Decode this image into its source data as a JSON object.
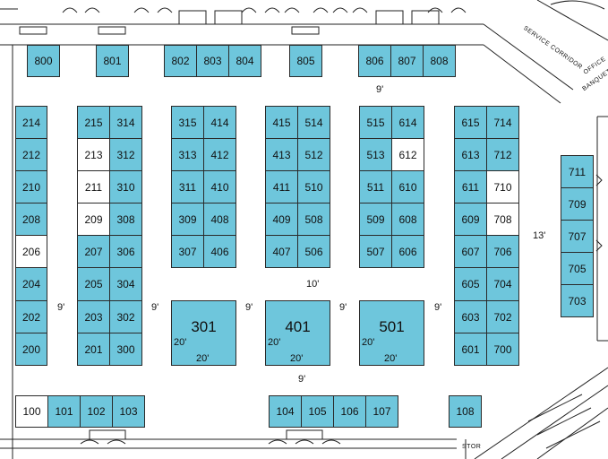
{
  "legend_colors": {
    "booth": "#6ec6dc",
    "available": "#ffffff",
    "line": "#2a2a2a"
  },
  "labels": {
    "service_corridor": "SERVICE CORRIDOR",
    "office": "OFFICE",
    "banquet": "BANQUET",
    "stor": "STOR"
  },
  "dimensions": {
    "aisle_top": "9'",
    "aisle_mid": "10'",
    "aisle_bottom": "9'",
    "aisle_a": "9'",
    "aisle_b": "9'",
    "aisle_c": "9'",
    "aisle_d": "9'",
    "aisle_e": "9'",
    "right_gap": "13'",
    "b301_side": "20'",
    "b301_bottom": "20'",
    "b401_side": "20'",
    "b401_bottom": "20'",
    "b501_side": "20'",
    "b501_bottom": "20'"
  },
  "booths": {
    "b800": {
      "label": "800",
      "status": "booked"
    },
    "b801": {
      "label": "801",
      "status": "booked"
    },
    "b802": {
      "label": "802",
      "status": "booked"
    },
    "b803": {
      "label": "803",
      "status": "booked"
    },
    "b804": {
      "label": "804",
      "status": "booked"
    },
    "b805": {
      "label": "805",
      "status": "booked"
    },
    "b806": {
      "label": "806",
      "status": "booked"
    },
    "b807": {
      "label": "807",
      "status": "booked"
    },
    "b808": {
      "label": "808",
      "status": "booked"
    },
    "b214": {
      "label": "214",
      "status": "booked"
    },
    "b212": {
      "label": "212",
      "status": "booked"
    },
    "b210": {
      "label": "210",
      "status": "booked"
    },
    "b208": {
      "label": "208",
      "status": "booked"
    },
    "b206": {
      "label": "206",
      "status": "available"
    },
    "b204": {
      "label": "204",
      "status": "booked"
    },
    "b202": {
      "label": "202",
      "status": "booked"
    },
    "b200": {
      "label": "200",
      "status": "booked"
    },
    "b215": {
      "label": "215",
      "status": "booked"
    },
    "b213": {
      "label": "213",
      "status": "available"
    },
    "b211": {
      "label": "211",
      "status": "available"
    },
    "b209": {
      "label": "209",
      "status": "available"
    },
    "b207": {
      "label": "207",
      "status": "booked"
    },
    "b205": {
      "label": "205",
      "status": "booked"
    },
    "b203": {
      "label": "203",
      "status": "booked"
    },
    "b201": {
      "label": "201",
      "status": "booked"
    },
    "b314": {
      "label": "314",
      "status": "booked"
    },
    "b312": {
      "label": "312",
      "status": "booked"
    },
    "b310": {
      "label": "310",
      "status": "booked"
    },
    "b308": {
      "label": "308",
      "status": "booked"
    },
    "b306": {
      "label": "306",
      "status": "booked"
    },
    "b304": {
      "label": "304",
      "status": "booked"
    },
    "b302": {
      "label": "302",
      "status": "booked"
    },
    "b300": {
      "label": "300",
      "status": "booked"
    },
    "b315": {
      "label": "315",
      "status": "booked"
    },
    "b313": {
      "label": "313",
      "status": "booked"
    },
    "b311": {
      "label": "311",
      "status": "booked"
    },
    "b309": {
      "label": "309",
      "status": "booked"
    },
    "b307": {
      "label": "307",
      "status": "booked"
    },
    "b414": {
      "label": "414",
      "status": "booked"
    },
    "b412": {
      "label": "412",
      "status": "booked"
    },
    "b410": {
      "label": "410",
      "status": "booked"
    },
    "b408": {
      "label": "408",
      "status": "booked"
    },
    "b406": {
      "label": "406",
      "status": "booked"
    },
    "b415": {
      "label": "415",
      "status": "booked"
    },
    "b413": {
      "label": "413",
      "status": "booked"
    },
    "b411": {
      "label": "411",
      "status": "booked"
    },
    "b409": {
      "label": "409",
      "status": "booked"
    },
    "b407": {
      "label": "407",
      "status": "booked"
    },
    "b514": {
      "label": "514",
      "status": "booked"
    },
    "b512": {
      "label": "512",
      "status": "booked"
    },
    "b510": {
      "label": "510",
      "status": "booked"
    },
    "b508": {
      "label": "508",
      "status": "booked"
    },
    "b506": {
      "label": "506",
      "status": "booked"
    },
    "b515": {
      "label": "515",
      "status": "booked"
    },
    "b513": {
      "label": "513",
      "status": "booked"
    },
    "b511": {
      "label": "511",
      "status": "booked"
    },
    "b509": {
      "label": "509",
      "status": "booked"
    },
    "b507": {
      "label": "507",
      "status": "booked"
    },
    "b614": {
      "label": "614",
      "status": "booked"
    },
    "b612": {
      "label": "612",
      "status": "available"
    },
    "b610": {
      "label": "610",
      "status": "booked"
    },
    "b608": {
      "label": "608",
      "status": "booked"
    },
    "b606": {
      "label": "606",
      "status": "booked"
    },
    "b615": {
      "label": "615",
      "status": "booked"
    },
    "b613": {
      "label": "613",
      "status": "booked"
    },
    "b611": {
      "label": "611",
      "status": "booked"
    },
    "b609": {
      "label": "609",
      "status": "booked"
    },
    "b607": {
      "label": "607",
      "status": "booked"
    },
    "b605": {
      "label": "605",
      "status": "booked"
    },
    "b603": {
      "label": "603",
      "status": "booked"
    },
    "b601": {
      "label": "601",
      "status": "booked"
    },
    "b714": {
      "label": "714",
      "status": "booked"
    },
    "b712": {
      "label": "712",
      "status": "booked"
    },
    "b710": {
      "label": "710",
      "status": "available"
    },
    "b708": {
      "label": "708",
      "status": "available"
    },
    "b706": {
      "label": "706",
      "status": "booked"
    },
    "b704": {
      "label": "704",
      "status": "booked"
    },
    "b702": {
      "label": "702",
      "status": "booked"
    },
    "b700": {
      "label": "700",
      "status": "booked"
    },
    "b711": {
      "label": "711",
      "status": "booked"
    },
    "b709": {
      "label": "709",
      "status": "booked"
    },
    "b707": {
      "label": "707",
      "status": "booked"
    },
    "b705": {
      "label": "705",
      "status": "booked"
    },
    "b703": {
      "label": "703",
      "status": "booked"
    },
    "b301": {
      "label": "301",
      "status": "booked"
    },
    "b401": {
      "label": "401",
      "status": "booked"
    },
    "b501": {
      "label": "501",
      "status": "booked"
    },
    "b100": {
      "label": "100",
      "status": "available"
    },
    "b101": {
      "label": "101",
      "status": "booked"
    },
    "b102": {
      "label": "102",
      "status": "booked"
    },
    "b103": {
      "label": "103",
      "status": "booked"
    },
    "b104": {
      "label": "104",
      "status": "booked"
    },
    "b105": {
      "label": "105",
      "status": "booked"
    },
    "b106": {
      "label": "106",
      "status": "booked"
    },
    "b107": {
      "label": "107",
      "status": "booked"
    },
    "b108": {
      "label": "108",
      "status": "booked"
    }
  }
}
